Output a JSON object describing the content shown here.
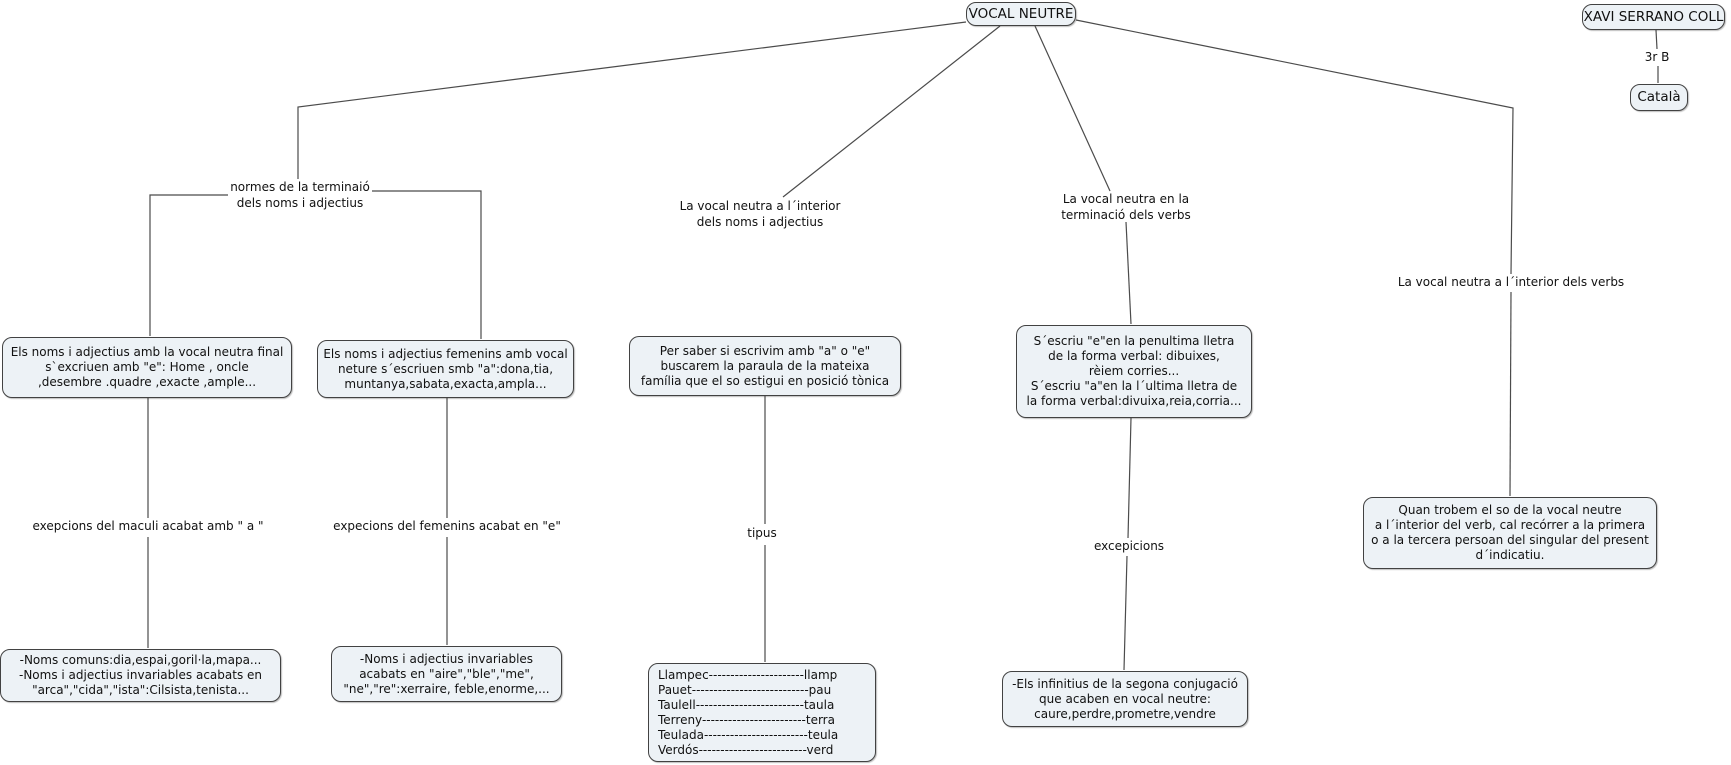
{
  "colors": {
    "background": "#ffffff",
    "node_fill": "#edf2f6",
    "node_border": "#424242",
    "connector": "#4b4b4b",
    "text": "#111111"
  },
  "root_concept": {
    "label": "VOCAL NEUTRE"
  },
  "credits": {
    "author": "XAVI SERRANO COLL",
    "class": "3r B",
    "subject": "Català"
  },
  "linking_phrases": {
    "normes_terminacio": "normes de la terminaió\ndels noms i adjectius",
    "interior_noms": "La vocal neutra a l´interior\ndels noms i adjectius",
    "terminacio_verbs": "La vocal neutra en la\nterminació dels verbs",
    "interior_verbs": "La vocal neutra a l´interior dels verbs",
    "excepcions_masculi": "exepcions del maculi acabat amb \" a \"",
    "excepcions_femeni": "expecions del femenins acabat en \"e\"",
    "tipus": "tipus",
    "excepcions_verbs": "excepicions"
  },
  "concepts": {
    "regla_masculi": "Els noms i adjectius amb la vocal neutra final\ns`excriuen amb \"e\": Home , oncle\n,desembre .quadre ,exacte ,ample...",
    "regla_femeni": "Els noms i adjectius femenins amb vocal\nneture s´escriuen smb \"a\":dona,tia,\nmuntanya,sabata,exacta,ampla...",
    "regla_interior": "Per saber si escrivim amb \"a\" o \"e\"\nbuscarem la paraula de la mateixa\nfamília que el so estigui en posició tònica",
    "regla_verbs": "S´escriu \"e\"en la penultima lletra\nde la forma verbal: dibuixes,\nrèiem corries...\nS´escriu \"a\"en la l´ultima lletra de\nla forma verbal:divuixa,reia,corria...",
    "excepcions_masculi": "-Noms comuns:dia,espai,goril·la,mapa...\n-Noms i adjectius invariables acabats en\n\"arca\",\"cida\",\"ista\":Cilsista,tenista...",
    "excepcions_femeni": "-Noms i adjectius invariables\nacabats en \"aire\",\"ble\",\"me\",\n\"ne\",\"re\":xerraire, feble,enorme,...",
    "exemples_tipus": "Llampec----------------------llamp\nPauet---------------------------pau\nTaulell-------------------------taula\nTerreny------------------------terra\nTeulada------------------------teula\nVerdós-------------------------verd",
    "excepcions_verbs": "-Els infinitius de la segona conjugació\nque acaben en vocal neutre:\ncaure,perdre,prometre,vendre",
    "regla_interior_verbs": "Quan trobem el so de la vocal neutre\na l´interior del verb, cal recórrer a la primera\no a la tercera persoan del singular del present\nd´indicatiu."
  }
}
